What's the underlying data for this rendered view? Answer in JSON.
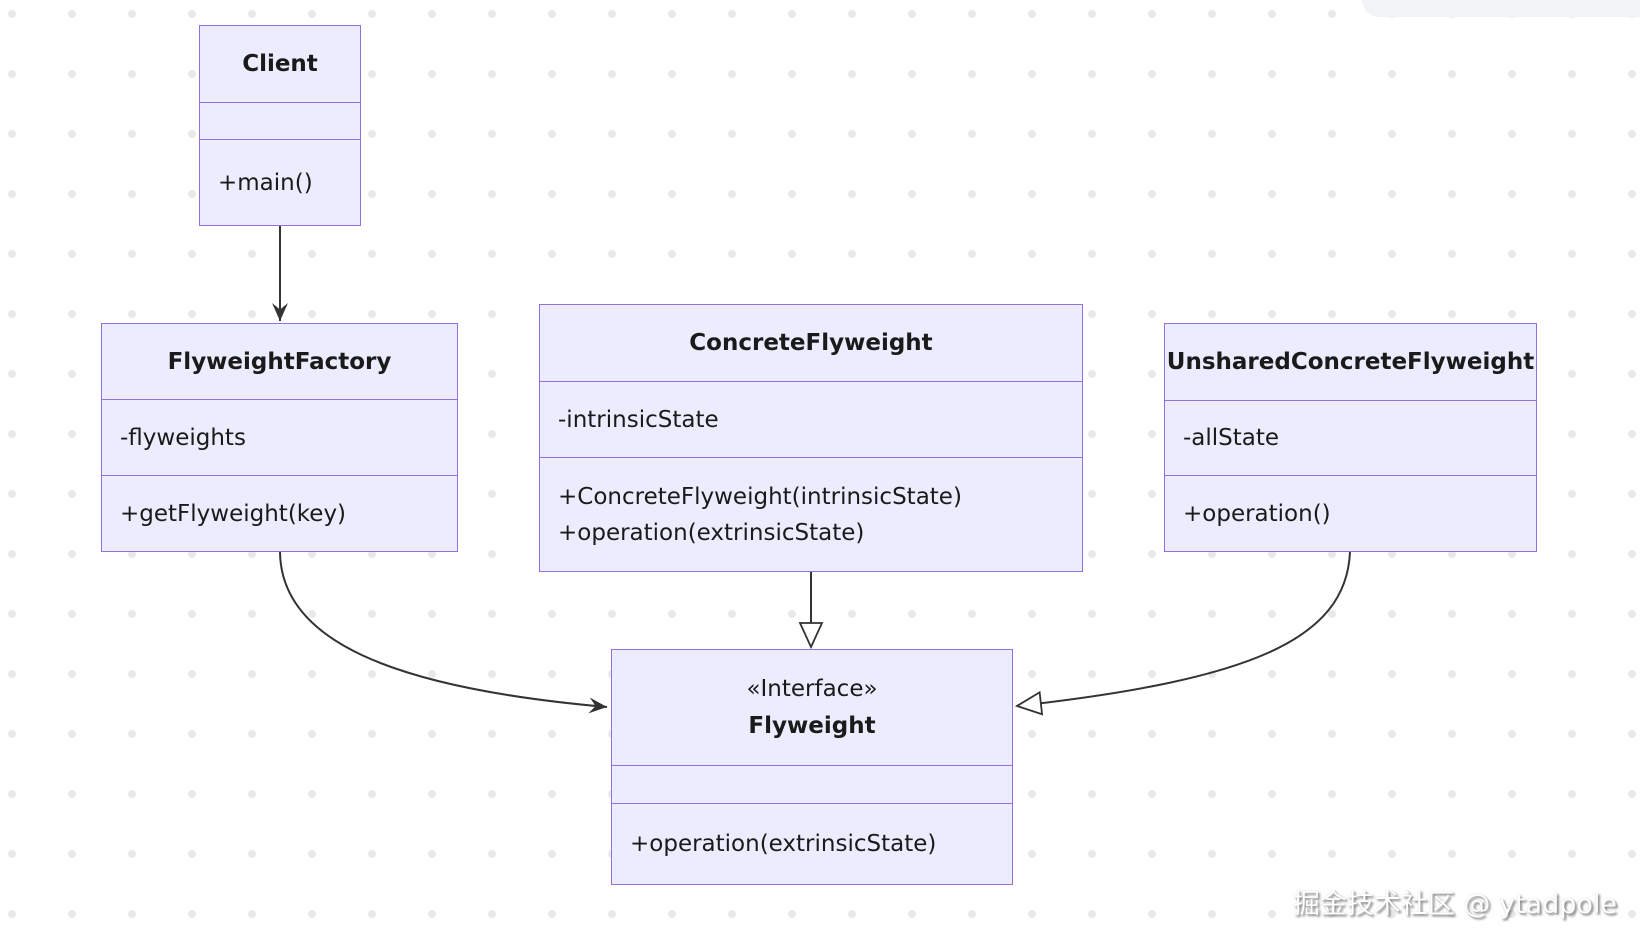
{
  "classes": [
    {
      "name": "Client",
      "annotation": "",
      "attributes": [],
      "methods": [
        "+main()"
      ]
    },
    {
      "name": "FlyweightFactory",
      "annotation": "",
      "attributes": [
        "-flyweights"
      ],
      "methods": [
        "+getFlyweight(key)"
      ]
    },
    {
      "name": "ConcreteFlyweight",
      "annotation": "",
      "attributes": [
        "-intrinsicState"
      ],
      "methods": [
        "+ConcreteFlyweight(intrinsicState)",
        "+operation(extrinsicState)"
      ]
    },
    {
      "name": "UnsharedConcreteFlyweight",
      "annotation": "",
      "attributes": [
        "-allState"
      ],
      "methods": [
        "+operation()"
      ]
    },
    {
      "name": "Flyweight",
      "annotation": "«Interface»",
      "attributes": [],
      "methods": [
        "+operation(extrinsicState)"
      ]
    }
  ],
  "relationships": [
    {
      "from": "Client",
      "to": "FlyweightFactory",
      "arrow": "solid-arrowhead"
    },
    {
      "from": "FlyweightFactory",
      "to": "Flyweight",
      "arrow": "solid-arrowhead"
    },
    {
      "from": "ConcreteFlyweight",
      "to": "Flyweight",
      "arrow": "hollow-triangle"
    },
    {
      "from": "UnsharedConcreteFlyweight",
      "to": "Flyweight",
      "arrow": "hollow-triangle"
    }
  ],
  "watermark": {
    "text": "掘金技术社区 @ ytadpole"
  },
  "colors": {
    "box_fill": "#ECECFF",
    "box_border": "#9370DB",
    "line": "#333333",
    "dot": "#E9E9EC",
    "corner_band": "#F2F3F7"
  }
}
